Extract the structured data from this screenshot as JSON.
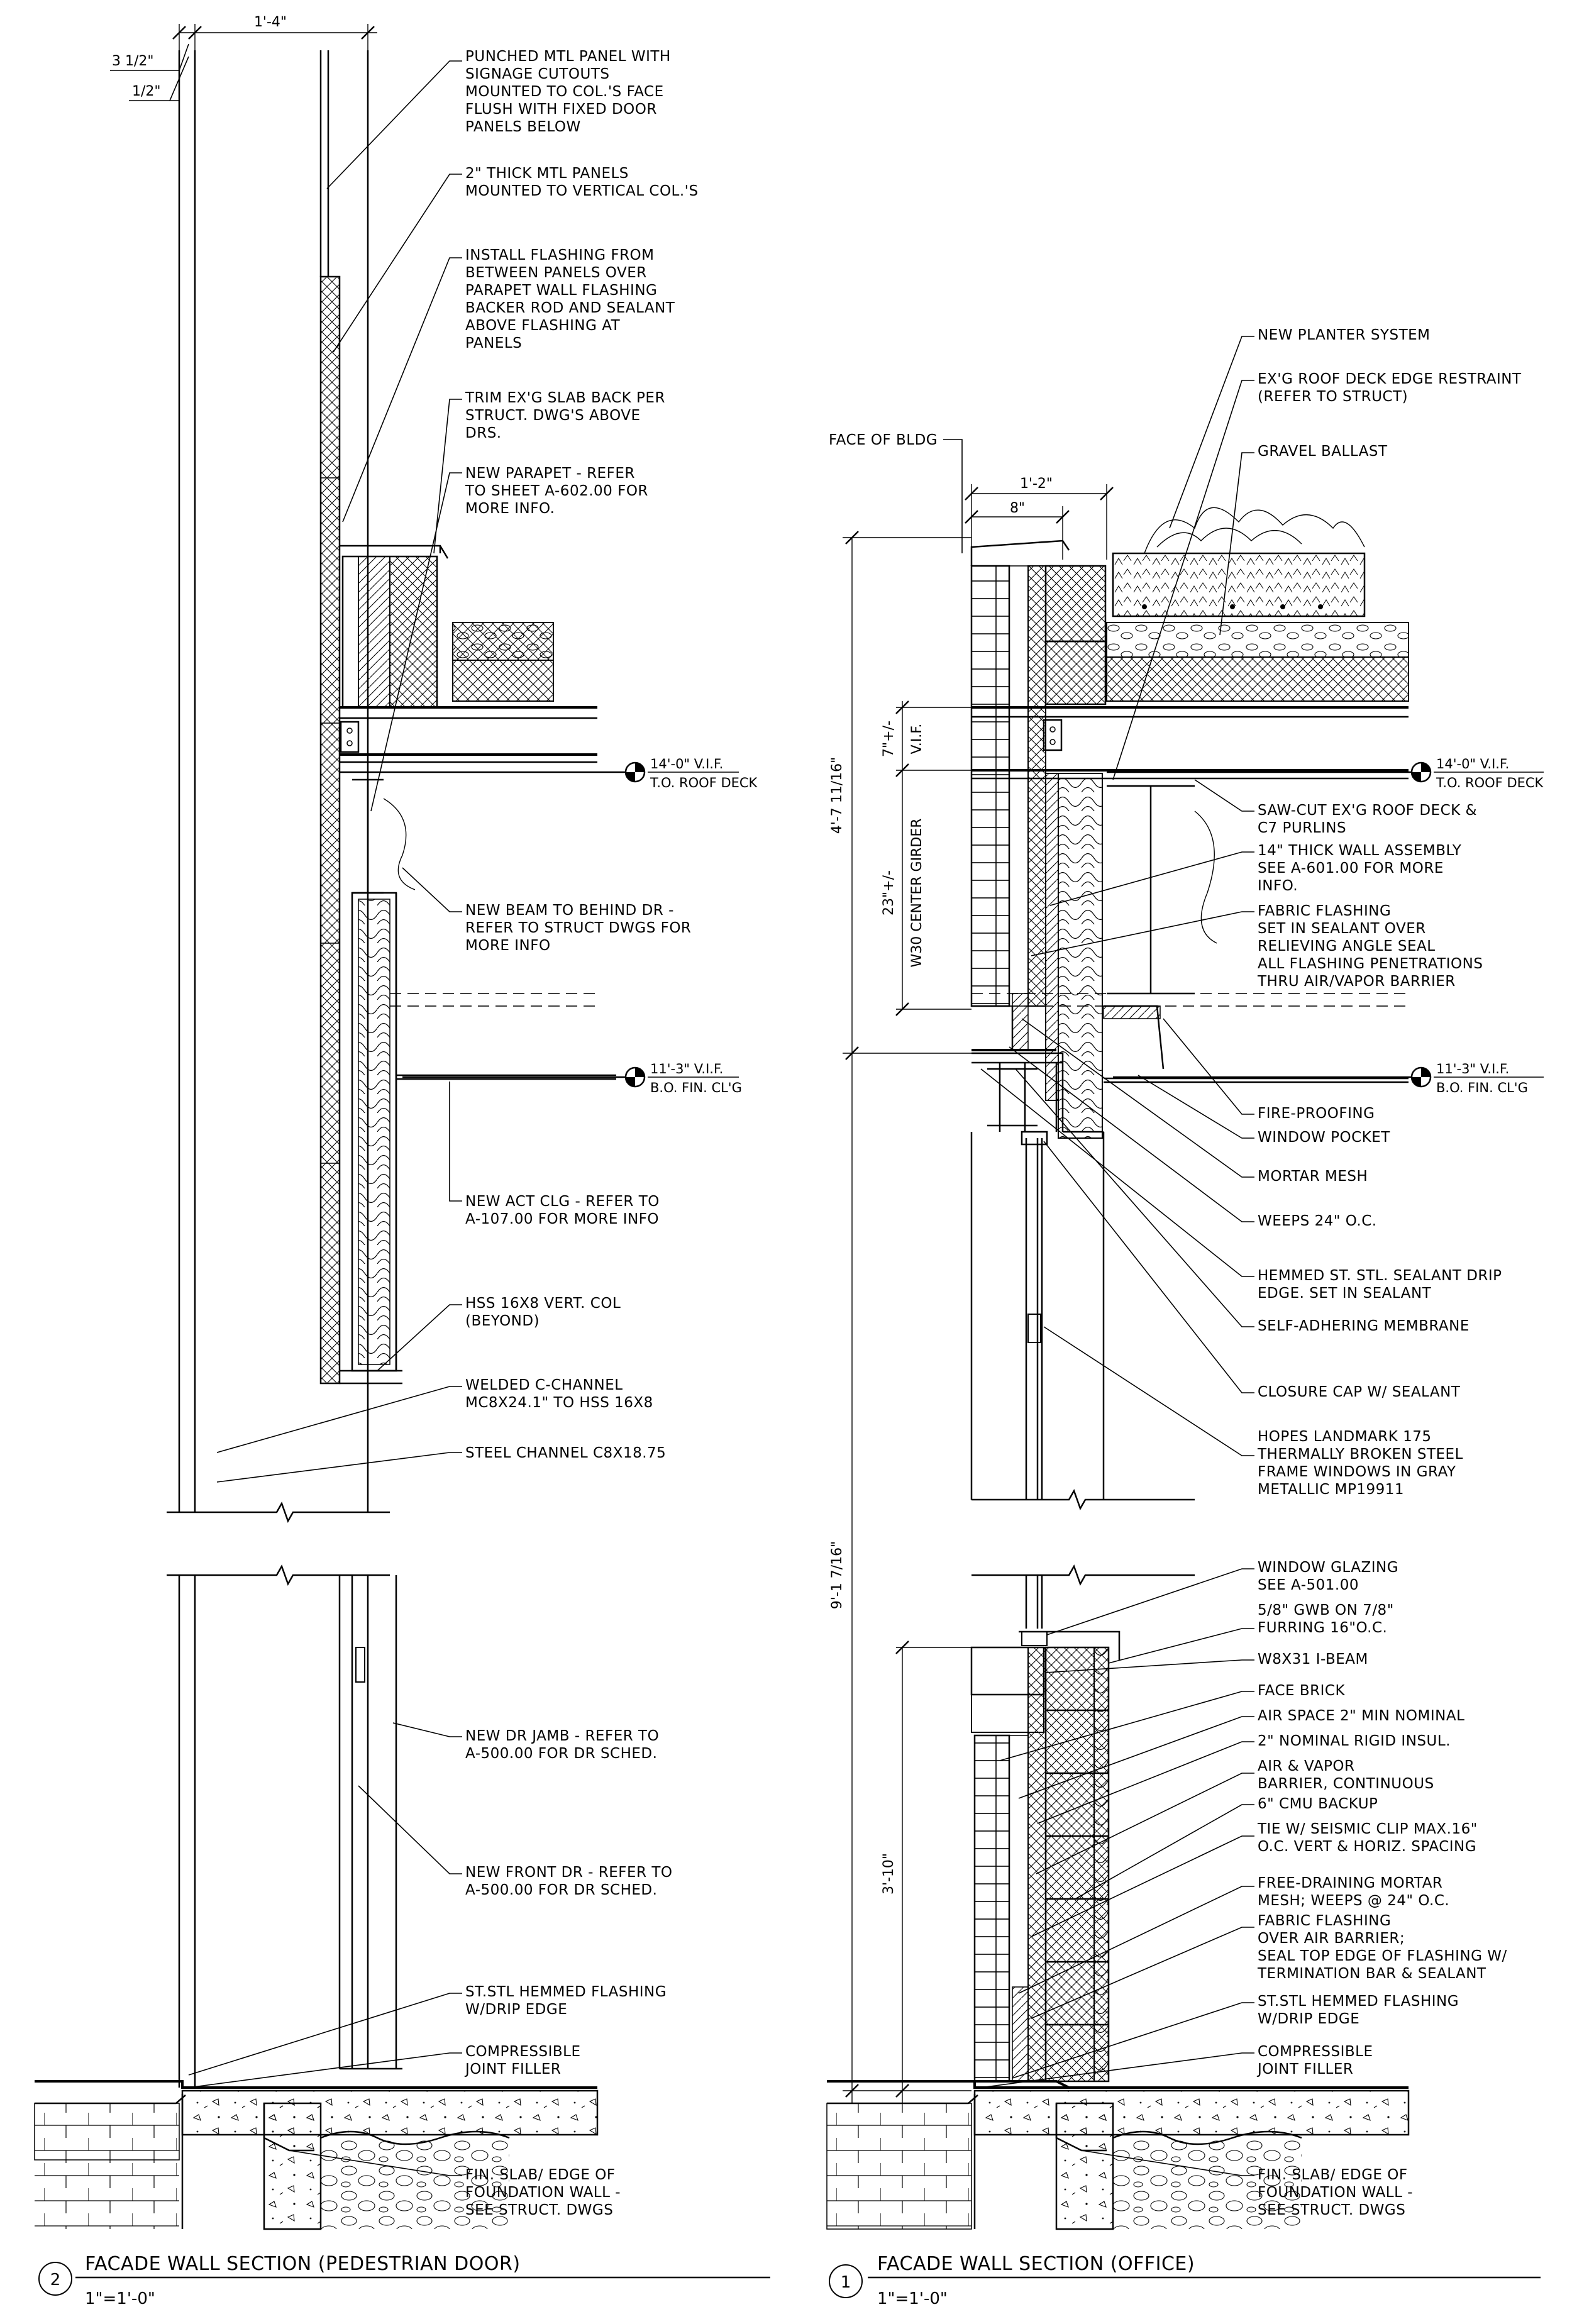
{
  "details": [
    {
      "id": "pedestrian-door",
      "number": "2",
      "title": "FACADE WALL SECTION (PEDESTRIAN DOOR)",
      "scale": "1\"=1'-0\"",
      "dimensions": {
        "overall": "1'-4\"",
        "offset_a": "3 1/2\"",
        "offset_b": "1/2\""
      },
      "levels": [
        {
          "elev": "14'-0\" V.I.F.",
          "name": "T.O. ROOF DECK"
        },
        {
          "elev": "11'-3\" V.I.F.",
          "name": "B.O. FIN. CL'G"
        }
      ],
      "notes": [
        {
          "lines": [
            "PUNCHED MTL PANEL WITH",
            "SIGNAGE CUTOUTS",
            "MOUNTED TO COL.'S FACE",
            "FLUSH WITH FIXED DOOR",
            "PANELS BELOW"
          ]
        },
        {
          "lines": [
            "2\" THICK MTL PANELS",
            "MOUNTED TO VERTICAL COL.'S"
          ]
        },
        {
          "lines": [
            "INSTALL FLASHING FROM",
            "BETWEEN PANELS OVER",
            "PARAPET WALL FLASHING",
            "BACKER ROD AND SEALANT",
            "ABOVE FLASHING AT",
            "PANELS"
          ]
        },
        {
          "lines": [
            "TRIM EX'G SLAB BACK PER",
            "STRUCT. DWG'S ABOVE",
            "DRS."
          ]
        },
        {
          "lines": [
            "NEW PARAPET - REFER",
            "TO SHEET A-602.00 FOR",
            "MORE INFO."
          ]
        },
        {
          "lines": [
            "NEW BEAM TO BEHIND DR -",
            "REFER TO STRUCT DWGS FOR",
            "MORE INFO"
          ]
        },
        {
          "lines": [
            "NEW ACT CLG - REFER TO",
            "A-107.00 FOR MORE INFO"
          ]
        },
        {
          "lines": [
            "HSS 16X8 VERT. COL",
            "(BEYOND)"
          ]
        },
        {
          "lines": [
            "WELDED C-CHANNEL",
            "MC8X24.1\" TO HSS 16X8"
          ]
        },
        {
          "lines": [
            "STEEL CHANNEL C8X18.75"
          ]
        },
        {
          "lines": [
            "NEW DR JAMB - REFER TO",
            "A-500.00 FOR DR SCHED."
          ]
        },
        {
          "lines": [
            "NEW FRONT DR - REFER TO",
            "A-500.00 FOR DR SCHED."
          ]
        },
        {
          "lines": [
            "ST.STL HEMMED FLASHING",
            "W/DRIP EDGE"
          ]
        },
        {
          "lines": [
            "COMPRESSIBLE",
            "JOINT FILLER"
          ]
        },
        {
          "lines": [
            "FIN. SLAB/ EDGE OF",
            "FOUNDATION WALL -",
            "SEE STRUCT. DWGS"
          ]
        }
      ]
    },
    {
      "id": "office",
      "number": "1",
      "title": "FACADE WALL SECTION (OFFICE)",
      "scale": "1\"=1'-0\"",
      "dimensions": {
        "overall": "1'-2\"",
        "brick": "8\"",
        "upper_total": "4'-7 11/16\"",
        "vif": "7\"+/-",
        "vif_label": "V.I.F.",
        "girder": "23\"+/-",
        "girder_label": "W30 CENTER GIRDER",
        "lower_total": "9'-1 7/16\"",
        "sill": "3'-10\""
      },
      "face_label": "FACE OF BLDG",
      "levels": [
        {
          "elev": "14'-0\" V.I.F.",
          "name": "T.O. ROOF DECK"
        },
        {
          "elev": "11'-3\" V.I.F.",
          "name": "B.O. FIN. CL'G"
        }
      ],
      "notes": [
        {
          "lines": [
            "NEW PLANTER SYSTEM"
          ]
        },
        {
          "lines": [
            "EX'G ROOF DECK EDGE RESTRAINT",
            "(REFER TO STRUCT)"
          ]
        },
        {
          "lines": [
            "GRAVEL BALLAST"
          ]
        },
        {
          "lines": [
            "SAW-CUT EX'G ROOF DECK &",
            "C7 PURLINS"
          ]
        },
        {
          "lines": [
            "14\" THICK WALL ASSEMBLY",
            "SEE A-601.00 FOR MORE",
            "INFO."
          ]
        },
        {
          "lines": [
            "FABRIC FLASHING",
            "SET IN SEALANT OVER",
            "RELIEVING ANGLE SEAL",
            "ALL FLASHING PENETRATIONS",
            "THRU AIR/VAPOR BARRIER"
          ]
        },
        {
          "lines": [
            "FIRE-PROOFING"
          ]
        },
        {
          "lines": [
            "WINDOW POCKET"
          ]
        },
        {
          "lines": [
            "MORTAR MESH"
          ]
        },
        {
          "lines": [
            "WEEPS 24\" O.C."
          ]
        },
        {
          "lines": [
            "HEMMED ST. STL. SEALANT DRIP",
            "EDGE. SET IN SEALANT"
          ]
        },
        {
          "lines": [
            "SELF-ADHERING MEMBRANE"
          ]
        },
        {
          "lines": [
            "CLOSURE CAP W/ SEALANT"
          ]
        },
        {
          "lines": [
            "HOPES LANDMARK 175",
            "THERMALLY BROKEN STEEL",
            "FRAME WINDOWS IN GRAY",
            "METALLIC MP19911"
          ]
        },
        {
          "lines": [
            "WINDOW GLAZING",
            "SEE A-501.00"
          ]
        },
        {
          "lines": [
            "5/8\" GWB ON 7/8\"",
            "FURRING 16\"O.C."
          ]
        },
        {
          "lines": [
            "W8X31 I-BEAM"
          ]
        },
        {
          "lines": [
            "FACE BRICK"
          ]
        },
        {
          "lines": [
            "AIR SPACE 2\" MIN NOMINAL"
          ]
        },
        {
          "lines": [
            "2\" NOMINAL RIGID INSUL."
          ]
        },
        {
          "lines": [
            "AIR & VAPOR",
            "BARRIER, CONTINUOUS"
          ]
        },
        {
          "lines": [
            "6\" CMU BACKUP"
          ]
        },
        {
          "lines": [
            "TIE W/ SEISMIC CLIP MAX.16\"",
            "O.C. VERT & HORIZ. SPACING"
          ]
        },
        {
          "lines": [
            "FREE-DRAINING MORTAR",
            "MESH; WEEPS @ 24\" O.C."
          ]
        },
        {
          "lines": [
            "FABRIC FLASHING",
            "OVER AIR BARRIER;",
            "SEAL TOP EDGE OF FLASHING W/",
            "TERMINATION BAR & SEALANT"
          ]
        },
        {
          "lines": [
            "ST.STL HEMMED FLASHING",
            "W/DRIP EDGE"
          ]
        },
        {
          "lines": [
            "COMPRESSIBLE",
            "JOINT FILLER"
          ]
        },
        {
          "lines": [
            "FIN. SLAB/ EDGE OF",
            "FOUNDATION WALL -",
            "SEE STRUCT. DWGS"
          ]
        }
      ]
    }
  ]
}
